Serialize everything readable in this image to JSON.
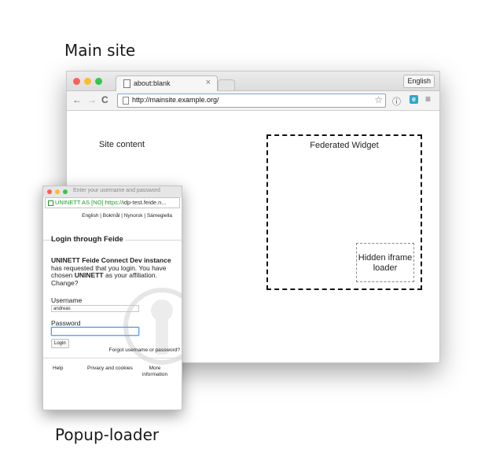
{
  "captions": {
    "main_site": "Main site",
    "popup_loader": "Popup-loader"
  },
  "browser": {
    "tab_title": "about:blank",
    "tab_close": "×",
    "language_button": "English",
    "url": "http://mainsite.example.org/",
    "site_content": "Site content",
    "widget_label": "Federated Widget",
    "hidden_loader_label": "Hidden iframe loader"
  },
  "popup": {
    "window_title": "Enter your username and password",
    "cert_org": "UNINETT AS [NO]",
    "url_scheme": "https://",
    "url_host": "idp-test.feide.n...",
    "language_links": "English | Bokmål | Nynorsk | Sámegiella",
    "heading": "Login through Feide",
    "request_service": "UNINETT Feide Connect Dev instance",
    "request_text_1": " has requested that you login. You have chosen ",
    "request_affiliation": "UNINETT",
    "request_text_2": " as your affiliation. Change?",
    "username_label": "Username",
    "username_value": "andreas",
    "password_label": "Password",
    "login_button": "Login",
    "forgot_link": "Forgot username or password?",
    "footer": {
      "help": "Help",
      "privacy": "Privacy and cookies",
      "more": "More information"
    }
  },
  "colors": {
    "traffic_red": "#fc5f57",
    "traffic_yellow": "#fdbc2e",
    "traffic_green": "#34c84a",
    "secure_green": "#1f9b2d",
    "focus_blue": "#5b9ee6"
  },
  "icons": [
    "back-arrow-icon",
    "forward-arrow-icon",
    "reload-icon",
    "page-icon",
    "star-icon",
    "info-icon",
    "extension-icon",
    "menu-icon",
    "lock-icon",
    "keyhole-icon"
  ]
}
